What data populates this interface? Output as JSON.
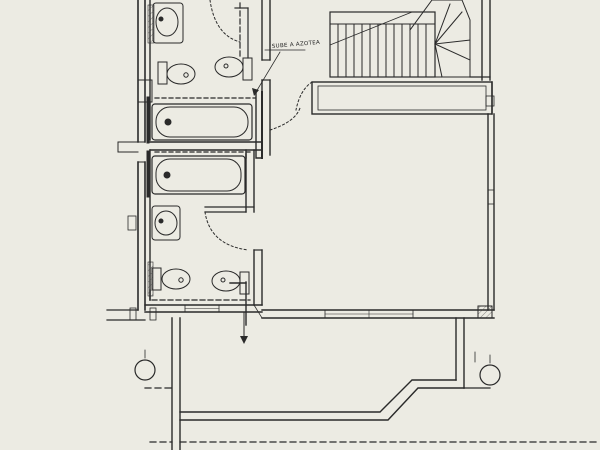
{
  "plan": {
    "annotations": {
      "roof_access": "SUBE A AZOTEA"
    },
    "fixtures": [
      {
        "name": "washbasin",
        "count": 2
      },
      {
        "name": "toilet",
        "count": 2
      },
      {
        "name": "bidet",
        "count": 2
      },
      {
        "name": "bathtub",
        "count": 2
      }
    ],
    "colors": {
      "paper": "#ecebe3",
      "ink": "#2a2a2a"
    }
  }
}
